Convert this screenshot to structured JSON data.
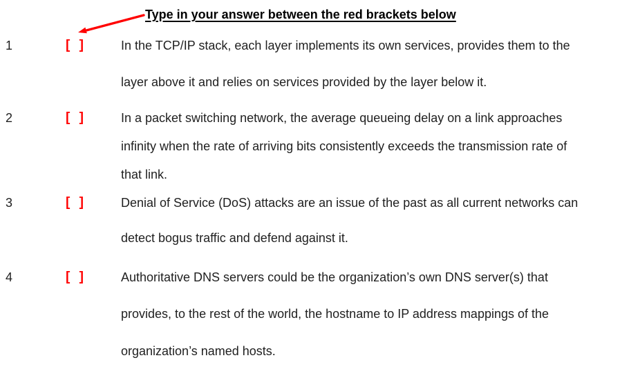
{
  "header": {
    "instruction": "Type in your answer between the red brackets below"
  },
  "colors": {
    "accent_red": "#ff0000",
    "body_text": "#1f1f1f"
  },
  "questions": [
    {
      "number": "1",
      "bracket": "[ ]",
      "lines": [
        "In the TCP/IP stack, each layer implements its own services, provides them to the",
        "layer above it and relies on services provided by the layer below it."
      ]
    },
    {
      "number": "2",
      "bracket": "[ ]",
      "lines": [
        "In a packet switching network, the average queueing delay on a link approaches",
        "infinity when the rate of arriving bits consistently exceeds the transmission rate of",
        "that link."
      ]
    },
    {
      "number": "3",
      "bracket": "[ ]",
      "lines": [
        "Denial of Service (DoS) attacks are an issue of the past as all current networks can",
        "detect bogus traffic and defend against it."
      ]
    },
    {
      "number": "4",
      "bracket": "[ ]",
      "lines": [
        "Authoritative DNS servers could be the organization’s own DNS server(s) that",
        "provides, to the rest of the world, the hostname to IP address mappings of the",
        "organization’s named hosts."
      ]
    }
  ]
}
